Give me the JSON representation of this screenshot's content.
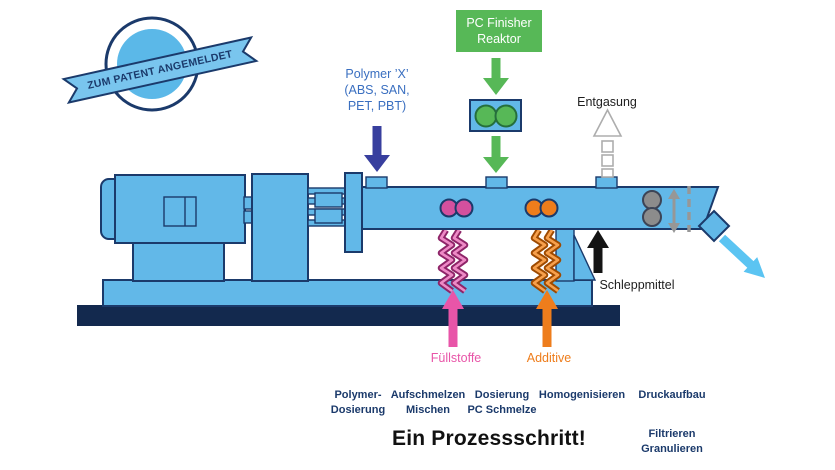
{
  "colors": {
    "machine-blue": "#62B8E8",
    "navy": "#1B3A6B",
    "dark-base": "#13294E",
    "green": "#57B857",
    "royal-blue": "#3A6FC0",
    "indigo": "#383F9E",
    "magenta": "#D4509E",
    "magenta-bright": "#E855A8",
    "magenta-dark": "#8E2468",
    "orange": "#EE7D1C",
    "orange-dark": "#9E4A00",
    "sky-arrow": "#5BC4F2",
    "ribbon-blue": "#79C5EE",
    "badge-fill": "#5BB8E8"
  },
  "badge": {
    "text": "ZUM PATENT ANGEMELDET"
  },
  "feeds": {
    "reactor": "PC Finisher\nReaktor",
    "polymer": "Polymer ’X’\n(ABS, SAN,\nPET, PBT)",
    "degassing": "Entgasung",
    "entrainer": "Schleppmittel",
    "fillers": "Füllstoffe",
    "additives": "Additive"
  },
  "process_steps": [
    "Polymer-\nDosierung",
    "Aufschmelzen\nMischen",
    "Dosierung\nPC Schmelze",
    "Homogenisieren",
    "Druckaufbau",
    "Filtrieren\nGranulieren"
  ],
  "title": "Ein Prozessschritt!"
}
